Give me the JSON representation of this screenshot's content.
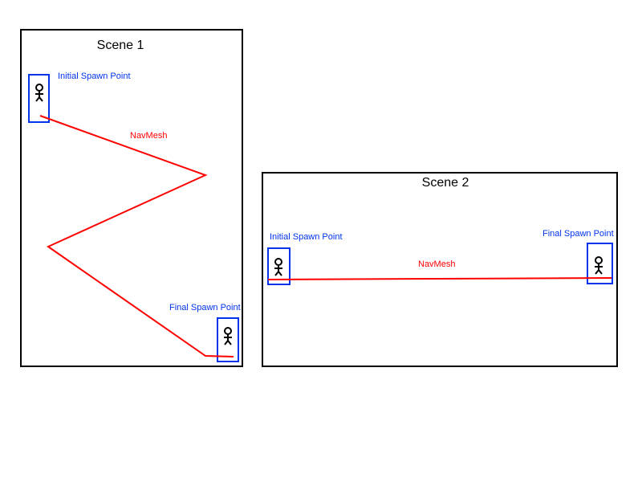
{
  "scene1": {
    "title": "Scene 1",
    "initial_label": "Initial Spawn Point",
    "final_label": "Final Spawn Point",
    "navmesh_label": "NavMesh"
  },
  "scene2": {
    "title": "Scene 2",
    "initial_label": "Initial Spawn Point",
    "final_label": "Final Spawn Point",
    "navmesh_label": "NavMesh"
  },
  "colors": {
    "frame": "#000000",
    "spawn": "#0033ee",
    "navmesh": "#ff0000"
  }
}
